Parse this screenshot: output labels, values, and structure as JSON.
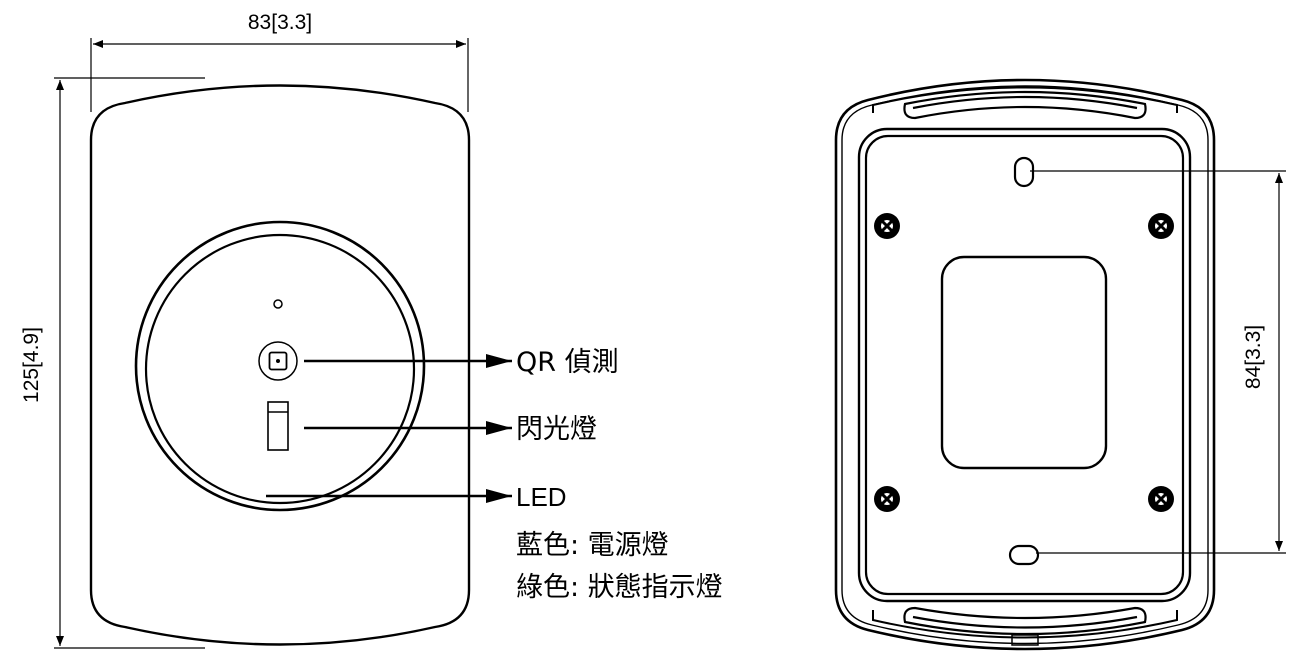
{
  "front_view": {
    "width_dimension": "83[3.3]",
    "height_dimension": "125[4.9]",
    "callouts": {
      "qr": "QR 偵測",
      "flash": "閃光燈",
      "led": "LED",
      "led_blue": "藍色:  電源燈",
      "led_green": "綠色:  狀態指示燈"
    }
  },
  "back_view": {
    "hole_spacing_dimension": "84[3.3]"
  }
}
